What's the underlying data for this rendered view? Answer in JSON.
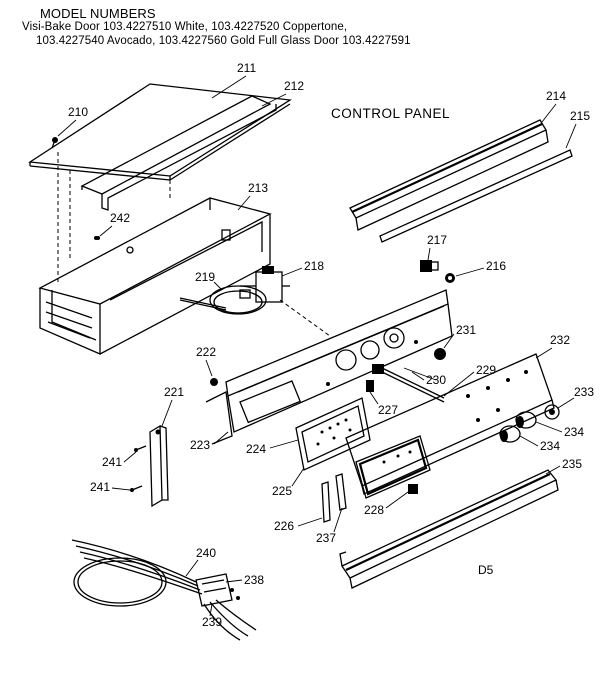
{
  "header": {
    "line1": "MODEL NUMBERS",
    "line2": "Visi-Bake Door 103.4227510 White,  103.4227520 Coppertone,",
    "line3": "103.4227540 Avocado,  103.4227560 Gold     Full Glass Door 103.4227591"
  },
  "diagram": {
    "title": "CONTROL PANEL",
    "code": "D5",
    "callouts": {
      "p210": "210",
      "p211": "211",
      "p212": "212",
      "p213": "213",
      "p214": "214",
      "p215": "215",
      "p216": "216",
      "p217": "217",
      "p218": "218",
      "p219": "219",
      "p221": "221",
      "p222": "222",
      "p223": "223",
      "p224": "224",
      "p225": "225",
      "p226": "226",
      "p227": "227",
      "p228": "228",
      "p229": "229",
      "p230": "230",
      "p231": "231",
      "p232": "232",
      "p233": "233",
      "p234a": "234",
      "p234b": "234",
      "p235": "235",
      "p237": "237",
      "p238": "238",
      "p239": "239",
      "p240": "240",
      "p241a": "241",
      "p241b": "241",
      "p242": "242"
    }
  }
}
